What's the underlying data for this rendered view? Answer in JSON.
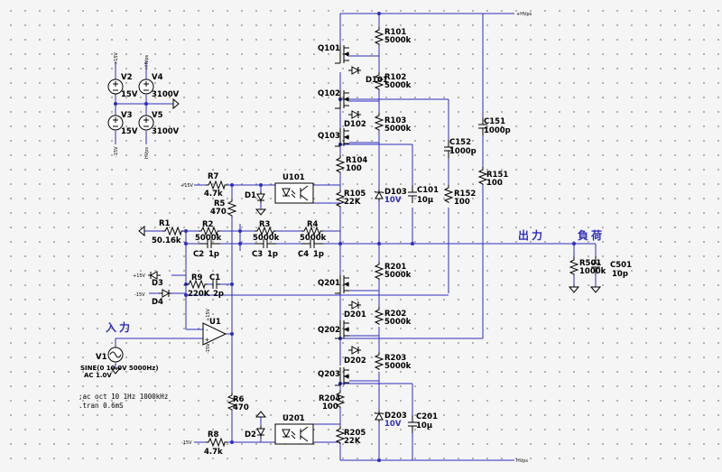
{
  "components": {
    "V2": {
      "ref": "V2",
      "value": "15V"
    },
    "V3": {
      "ref": "V3",
      "value": "15V"
    },
    "V4": {
      "ref": "V4",
      "value": "3100V"
    },
    "V5": {
      "ref": "V5",
      "value": "3100V"
    },
    "V1": {
      "ref": "V1",
      "value": "SINE(0 10.0V 5000Hz)",
      "ac": "AC 1.0V"
    },
    "R1": {
      "ref": "R1",
      "value": "50.16k"
    },
    "R2": {
      "ref": "R2",
      "value": "5000k"
    },
    "R3": {
      "ref": "R3",
      "value": "5000k"
    },
    "R4": {
      "ref": "R4",
      "value": "5000k"
    },
    "C2": {
      "ref": "C2",
      "value": "1p"
    },
    "C3": {
      "ref": "C3",
      "value": "1p"
    },
    "C4": {
      "ref": "C4",
      "value": "1p"
    },
    "R5": {
      "ref": "R5",
      "value": "470"
    },
    "R6": {
      "ref": "R6",
      "value": "470"
    },
    "R7": {
      "ref": "R7",
      "value": "4.7k"
    },
    "R8": {
      "ref": "R8",
      "value": "4.7k"
    },
    "R9": {
      "ref": "R9",
      "value": "220K"
    },
    "C1": {
      "ref": "C1",
      "value": "2p"
    },
    "D1": {
      "ref": "D1"
    },
    "D2": {
      "ref": "D2"
    },
    "D3": {
      "ref": "D3"
    },
    "D4": {
      "ref": "D4"
    },
    "U1": {
      "ref": "U1"
    },
    "U101": {
      "ref": "U101"
    },
    "U201": {
      "ref": "U201"
    },
    "Q101": {
      "ref": "Q101"
    },
    "Q102": {
      "ref": "Q102"
    },
    "Q103": {
      "ref": "Q103"
    },
    "Q201": {
      "ref": "Q201"
    },
    "Q202": {
      "ref": "Q202"
    },
    "Q203": {
      "ref": "Q203"
    },
    "D101": {
      "ref": "D101"
    },
    "D102": {
      "ref": "D102"
    },
    "D201": {
      "ref": "D201"
    },
    "D202": {
      "ref": "D202"
    },
    "R101": {
      "ref": "R101",
      "value": "5000k"
    },
    "R102": {
      "ref": "R102",
      "value": "5000k"
    },
    "R103": {
      "ref": "R103",
      "value": "5000k"
    },
    "R104": {
      "ref": "R104",
      "value": "100"
    },
    "R105": {
      "ref": "R105",
      "value": "22K"
    },
    "D103": {
      "ref": "D103",
      "value": "10V"
    },
    "C101": {
      "ref": "C101",
      "value": "10µ"
    },
    "R152": {
      "ref": "R152",
      "value": "100"
    },
    "C152": {
      "ref": "C152",
      "value": "1000p"
    },
    "C151": {
      "ref": "C151",
      "value": "1000p"
    },
    "R151": {
      "ref": "R151",
      "value": "100"
    },
    "R201": {
      "ref": "R201",
      "value": "5000k"
    },
    "R202": {
      "ref": "R202",
      "value": "5000k"
    },
    "R203": {
      "ref": "R203",
      "value": "5000k"
    },
    "R204": {
      "ref": "R204",
      "value": "100"
    },
    "R205": {
      "ref": "R205",
      "value": "22K"
    },
    "D203": {
      "ref": "D203",
      "value": "10V"
    },
    "C201": {
      "ref": "C201",
      "value": "10µ"
    },
    "R501": {
      "ref": "R501",
      "value": "1000k"
    },
    "C501": {
      "ref": "C501",
      "value": "10p"
    }
  },
  "nets": {
    "p15": "+15V",
    "m15": "-15V",
    "hvp": "+HVps",
    "hvm": "HVps",
    "output_label": "出力",
    "load_label": "負荷",
    "input_label": "入力"
  },
  "directives": {
    "ac": ";ac oct 10 1Hz 1000kHz",
    "tran": ".tran 0.6mS"
  }
}
